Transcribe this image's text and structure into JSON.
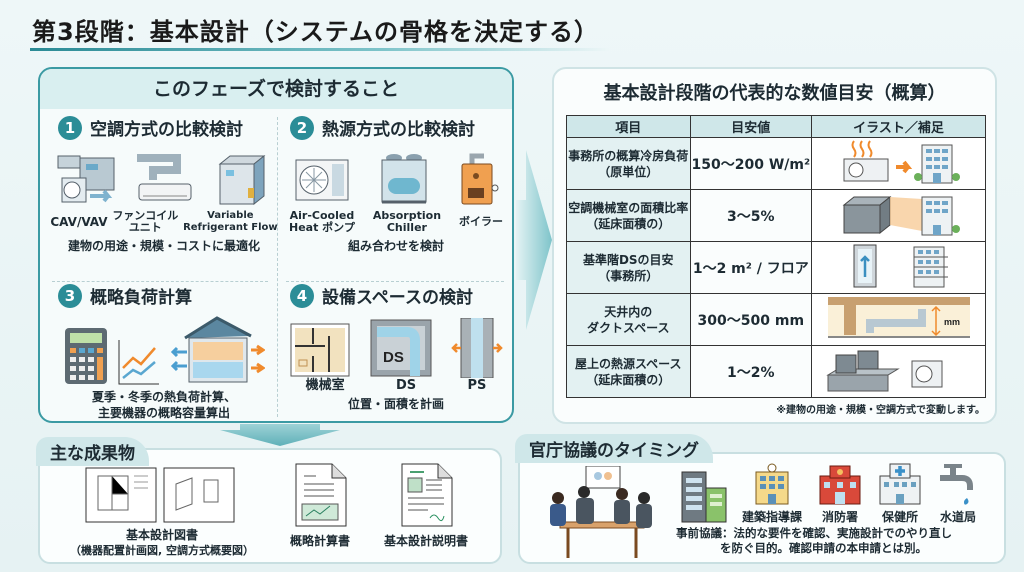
{
  "header": {
    "title": "第3段階：基本設計（システムの骨格を決定する）"
  },
  "consider": {
    "title": "このフェーズで検討すること",
    "sections": [
      {
        "num": "1",
        "title": "空調方式の比較検討",
        "labels": [
          [
            "CAV/VAV"
          ],
          [
            "ファンコイル",
            "ユニト"
          ],
          [
            "Variable",
            "Refrigerant Flow"
          ]
        ],
        "note": "建物の用途・規模・コストに最適化",
        "icons": [
          "air-handler-icon",
          "fan-coil-unit-icon",
          "vrf-outdoor-unit-icon"
        ]
      },
      {
        "num": "2",
        "title": "熱源方式の比較検討",
        "labels": [
          [
            "Air-Cooled",
            "Heat ポンプ"
          ],
          [
            "Absorption",
            "Chiller"
          ],
          [
            "ボイラー"
          ]
        ],
        "note": "組み合わせを検討",
        "icons": [
          "heat-pump-icon",
          "absorption-chiller-icon",
          "boiler-icon"
        ]
      },
      {
        "num": "3",
        "title": "概略負荷計算",
        "note_lines": [
          "夏季・冬季の熱負荷計算、",
          "主要機器の概略容量算出"
        ],
        "icons": [
          "calculator-icon",
          "trend-chart-icon",
          "house-heat-flow-icon"
        ]
      },
      {
        "num": "4",
        "title": "設備スペースの検討",
        "labels": [
          [
            "機械室"
          ],
          [
            "DS"
          ],
          [
            "PS"
          ]
        ],
        "note": "位置・面積を計画",
        "icons": [
          "floor-plan-icon",
          "duct-shaft-icon",
          "pipe-shaft-icon"
        ],
        "ds_text": "DS"
      }
    ]
  },
  "guide": {
    "title": "基本設計段階の代表的な数値目安（概算）",
    "columns": [
      "項目",
      "目安値",
      "イラスト／補足"
    ],
    "rows": [
      {
        "item": [
          "事務所の概算冷房負荷",
          "（原単位）"
        ],
        "value": "150〜200 W/m²",
        "icon": "ac-to-building-icon"
      },
      {
        "item": [
          "空調機械室の面積比率",
          "（延床面積の）"
        ],
        "value": "3〜5%",
        "icon": "room-ratio-building-icon"
      },
      {
        "item": [
          "基準階DSの目安",
          "（事務所）"
        ],
        "value": "1〜2 m² / フロア",
        "icon": "shaft-floors-icon"
      },
      {
        "item": [
          "天井内の",
          "ダクトスペース"
        ],
        "value": "300〜500 mm",
        "icon": "ceiling-duct-icon",
        "unit_label": "mm"
      },
      {
        "item": [
          "屋上の熱源スペース",
          "（延床面積の）"
        ],
        "value": "1〜2%",
        "icon": "rooftop-units-icon"
      }
    ],
    "note": "※建物の用途・規模・空調方式で変動します。"
  },
  "deliverables": {
    "title": "主な成果物",
    "items": [
      {
        "label": "基本設計図書",
        "sub": "（機器配置計画図, 空調方式概要図）",
        "icon": "drawing-sheets-icon"
      },
      {
        "label": "概略計算書",
        "icon": "calculation-document-icon"
      },
      {
        "label": "基本設計説明書",
        "icon": "design-report-icon"
      }
    ]
  },
  "government": {
    "title": "官庁協議のタイミング",
    "offices": [
      {
        "label": "建築指導課",
        "icon": "building-guidance-office-icon"
      },
      {
        "label": "消防署",
        "icon": "fire-station-icon"
      },
      {
        "label": "保健所",
        "icon": "health-center-icon"
      },
      {
        "label": "水道局",
        "icon": "water-bureau-faucet-icon"
      }
    ],
    "note_lines": [
      "事前協議：法的な要件を確認、実施設計でのやり直し",
      "を防ぐ目的。確認申請の本申請とは別。"
    ]
  },
  "colors": {
    "accent": "#2b8d97",
    "orange": "#f08a2c",
    "light_teal": "#cfe7e9"
  }
}
